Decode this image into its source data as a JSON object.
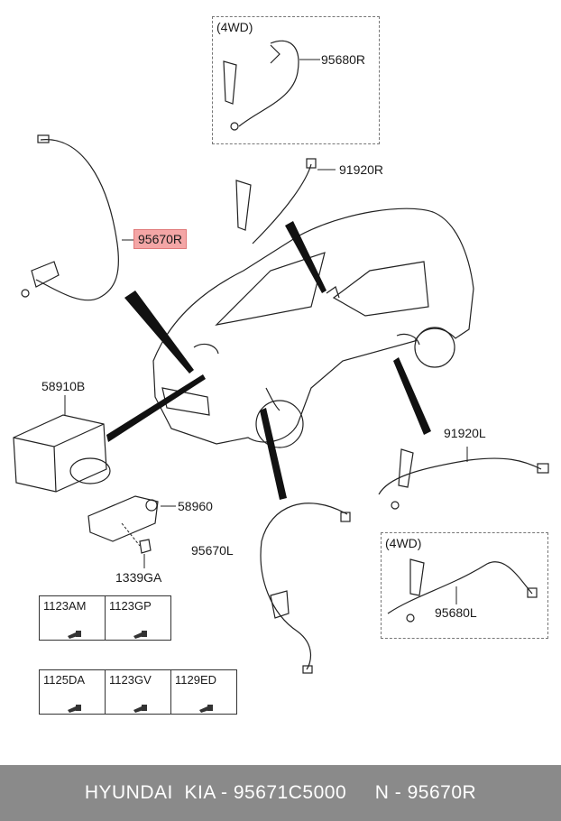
{
  "callouts": {
    "top_box_tag": "(4WD)",
    "p_95680R": "95680R",
    "p_91920R": "91920R",
    "p_95670R": "95670R",
    "p_58910B": "58910B",
    "p_58960": "58960",
    "p_1339GA": "1339GA",
    "p_91920L": "91920L",
    "p_95670L": "95670L",
    "bottom_box_tag": "(4WD)",
    "p_95680L": "95680L"
  },
  "bolt_table": {
    "row1": [
      "1123AM",
      "1123GP"
    ],
    "row2": [
      "1125DA",
      "1123GV",
      "1129ED"
    ]
  },
  "footer": {
    "text": "HYUNDAI  KIA - 95671C5000     N - 95670R"
  },
  "colors": {
    "highlight": "#f4a6a6",
    "footer_bg": "#8a8a8a"
  }
}
